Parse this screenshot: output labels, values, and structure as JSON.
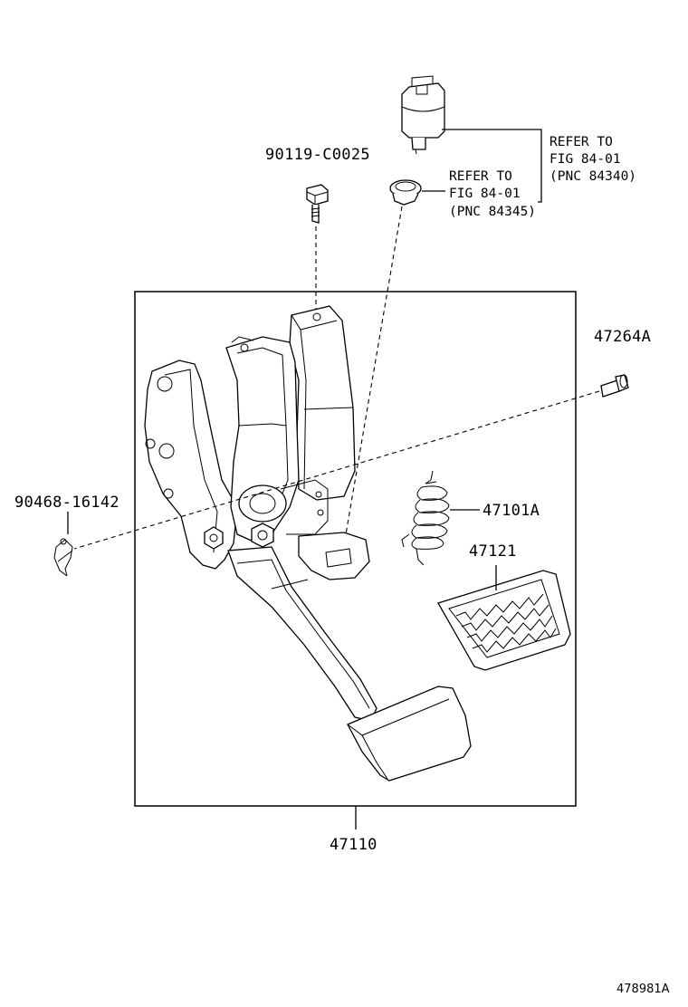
{
  "parts": {
    "p_90119": "90119-C0025",
    "p_47264": "47264A",
    "p_90468": "90468-16142",
    "p_47101": "47101A",
    "p_47121": "47121",
    "p_47110": "47110"
  },
  "refs": {
    "switch": {
      "line1": "REFER TO",
      "line2": "FIG 84-01",
      "line3": "(PNC 84340)"
    },
    "cushion": {
      "line1": "REFER TO",
      "line2": "FIG 84-01",
      "line3": "(PNC 84345)"
    }
  },
  "illustration_id": "478981A"
}
